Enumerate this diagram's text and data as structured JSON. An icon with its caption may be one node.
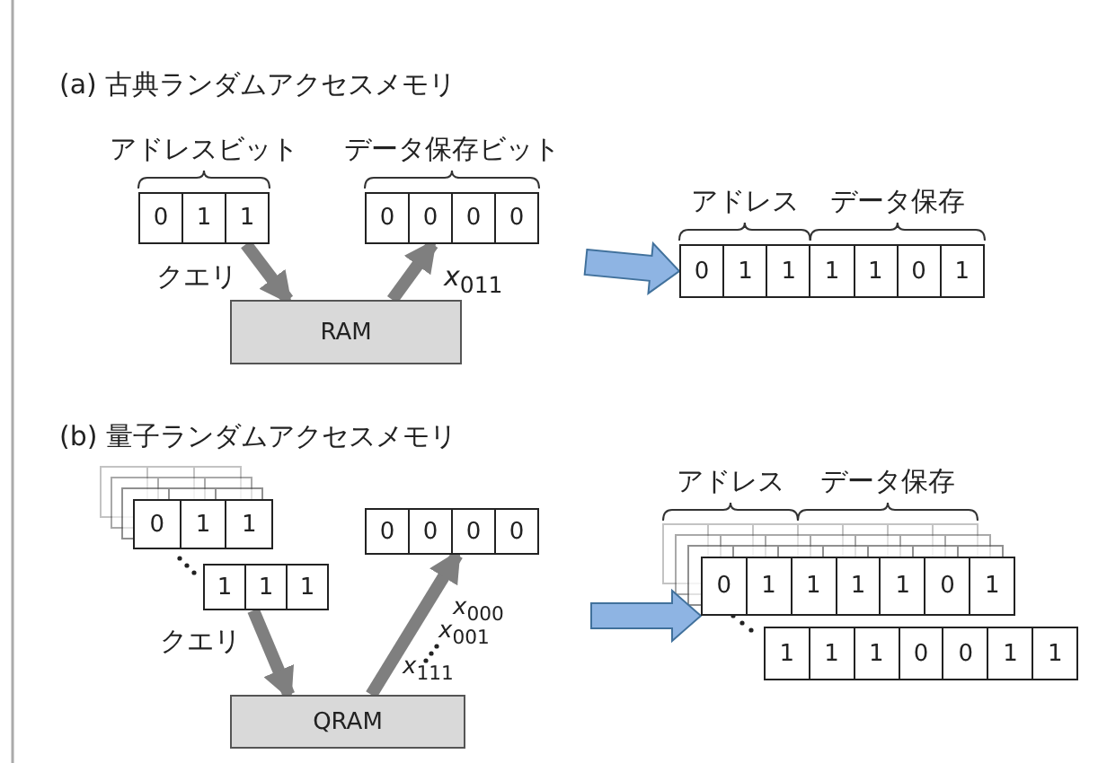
{
  "diagram": {
    "nodes": [
      {
        "text": [
          "0",
          "1",
          "1"
        ],
        "beside": [
          "アドレスビット"
        ]
      },
      {
        "text": [
          "0",
          "0",
          "0",
          "0"
        ],
        "beside": [
          "データ保存ビット"
        ]
      },
      {
        "text": [
          "RAM"
        ]
      },
      {
        "text": [
          "0",
          "1",
          "1",
          "1",
          "1",
          "0",
          "1"
        ],
        "beside": [
          "アドレス",
          "データ保存"
        ]
      },
      {
        "text": [
          "0",
          "1",
          "1"
        ]
      },
      {
        "text": [
          "1",
          "1",
          "1"
        ]
      },
      {
        "text": [
          "0",
          "0",
          "0",
          "0"
        ]
      },
      {
        "text": [
          "QRAM"
        ]
      },
      {
        "text": [
          "0",
          "1",
          "1",
          "1",
          "1",
          "0",
          "1"
        ],
        "beside": [
          "アドレス",
          "データ保存"
        ]
      },
      {
        "text": [
          "1",
          "1",
          "1",
          "0",
          "0",
          "1",
          "1"
        ]
      }
    ],
    "edges": [
      {
        "from": 0,
        "to": 2,
        "arrow": "to",
        "label": "クエリ"
      },
      {
        "from": 2,
        "to": 1,
        "arrow": "to",
        "label": "*x*$_{011}$"
      },
      {
        "from": null,
        "to": 3,
        "arrow": "to",
        "style": "thick",
        "color": "#8eb4e3"
      },
      {
        "from": 5,
        "to": 7,
        "arrow": "to",
        "label": "クエリ"
      },
      {
        "from": 7,
        "to": 6,
        "arrow": "to"
      },
      {
        "from": null,
        "to": 8,
        "arrow": "to",
        "style": "thick",
        "color": "#8eb4e3"
      }
    ],
    "labels": [
      "(a) 古典ランダムアクセスメモリ",
      "(b) 量子ランダムアクセスメモリ",
      "*x*$_{000}$",
      "*x*$_{001}$",
      "*x*$_{111}$"
    ]
  }
}
